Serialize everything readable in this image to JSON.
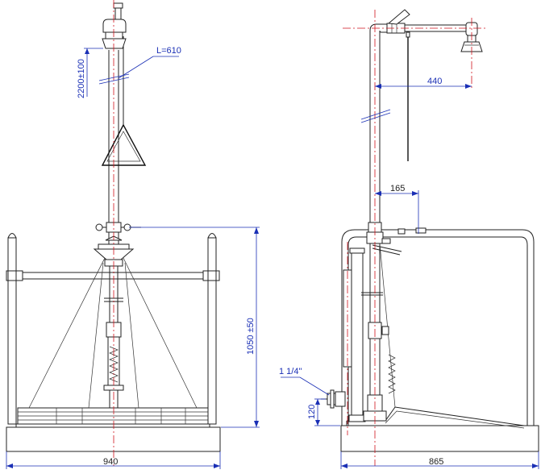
{
  "colors": {
    "outline": "#222222",
    "dimension": "#1a2fb5",
    "centerline": "#d0141c"
  },
  "front_view": {
    "length_label": "L=610",
    "height_total": "2200±100",
    "frame_height": "1050 ±50",
    "width": "940"
  },
  "side_view": {
    "arm_length": "440",
    "offset": "165",
    "pipe_size": "1 1/4\"",
    "inlet_height": "120",
    "depth": "865"
  }
}
